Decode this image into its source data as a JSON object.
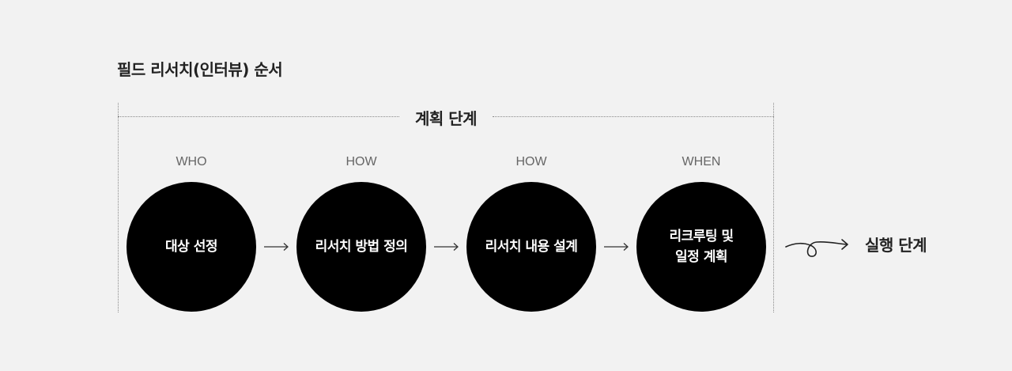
{
  "title": "필드 리서치(인터뷰) 순서",
  "phase_label": "계획 단계",
  "steps": [
    {
      "question": "WHO",
      "label": "대상 선정"
    },
    {
      "question": "HOW",
      "label": "리서치 방법 정의"
    },
    {
      "question": "HOW",
      "label": "리서치 내용 설계"
    },
    {
      "question": "WHEN",
      "label": "리크루팅 및\n일정 계획"
    }
  ],
  "next_phase": {
    "label": "실행 단계",
    "icon": "looped-arrow-icon"
  },
  "colors": {
    "background": "#f2f2f2",
    "circle": "#000000",
    "circle_text": "#ffffff",
    "muted_text": "#666666",
    "dotted_line": "#8a8a8a"
  }
}
